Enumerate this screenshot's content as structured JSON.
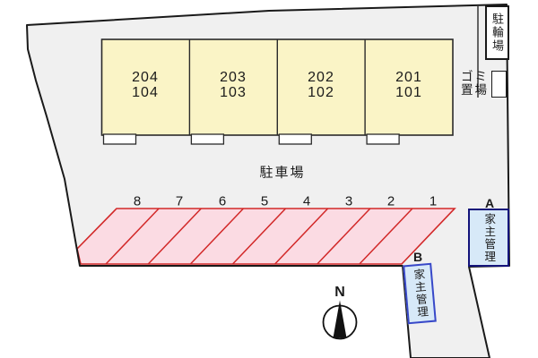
{
  "diagram": {
    "buildings": [
      {
        "upper": "204",
        "lower": "104"
      },
      {
        "upper": "203",
        "lower": "103"
      },
      {
        "upper": "202",
        "lower": "102"
      },
      {
        "upper": "201",
        "lower": "101"
      }
    ],
    "parking": {
      "label": "駐車場",
      "spaces": [
        "8",
        "7",
        "6",
        "5",
        "4",
        "3",
        "2",
        "1"
      ]
    },
    "bicycle_area_label": "駐輪場",
    "garbage_area": {
      "line1": "ゴミ",
      "line2": "置場"
    },
    "zone_a": {
      "letter": "A",
      "label": "家主管理"
    },
    "zone_b": {
      "letter": "B",
      "label": "家主管理"
    },
    "compass_label": "N",
    "colors": {
      "site_fill": "#f0f0f0",
      "boundary_line": "#1a1a1a",
      "building_fill": "#faf4c6",
      "parking_fill": "#fbdbe3",
      "parking_line": "#d22828",
      "managed_zone_fill": "#d7e9f8",
      "zone_a_border": "#13137a",
      "zone_b_border": "#3848c8"
    }
  }
}
